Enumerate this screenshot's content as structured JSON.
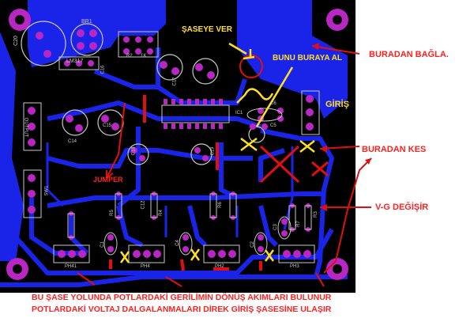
{
  "annotations": {
    "saseye_ver": "ŞASEYE VER",
    "bunu_buraya_al": "BUNU BURAYA AL",
    "giris": "GİRİŞ",
    "buradan_bagla": "BURADAN BAĞLA.",
    "buradan_kes": "BURADAN KES",
    "jumper": "JUMPER",
    "vg_degisir": "V-G DEĞİŞİR",
    "bottom_note_line1": "BU ŞASE YOLUNDA POTLARDAKİ GERİLİMİN DÖNÜŞ AKIMLARI BULUNUR",
    "bottom_note_line2": "POTLARDAKİ VOLTAJ DALGALANMALARI DİREK GİRİŞ ŞASESİNE ULAŞIR"
  },
  "silkscreen": {
    "c20": "C20",
    "br1": "BR1",
    "lm": "LM317",
    "r2": "R2",
    "r1": "1K",
    "c16": "C16",
    "c15": "C15",
    "c14": "C14",
    "output": "OUTPUT",
    "ic1": "IC1",
    "c17": "C17",
    "c6": "C6",
    "c5": "C5",
    "c18": "C18",
    "c19": "C19",
    "r4": "R4",
    "r5": "R5",
    "c12": "C12",
    "c1": "C1",
    "c4": "C4",
    "c2": "C2",
    "c3": "C3",
    "r3": "R3",
    "r6": "R6",
    "r7": "R7",
    "sw": "SW1",
    "pot1": "PH41",
    "pot2": "PH4",
    "pot3": "PH2",
    "pot4": "PH3"
  },
  "colors": {
    "board": "#000000",
    "trace": "#1a24e8",
    "pad": "#b826c4",
    "silk": "#c8c8c8",
    "annotation_red": "#ff2222",
    "annotation_yellow": "#ffe020"
  }
}
